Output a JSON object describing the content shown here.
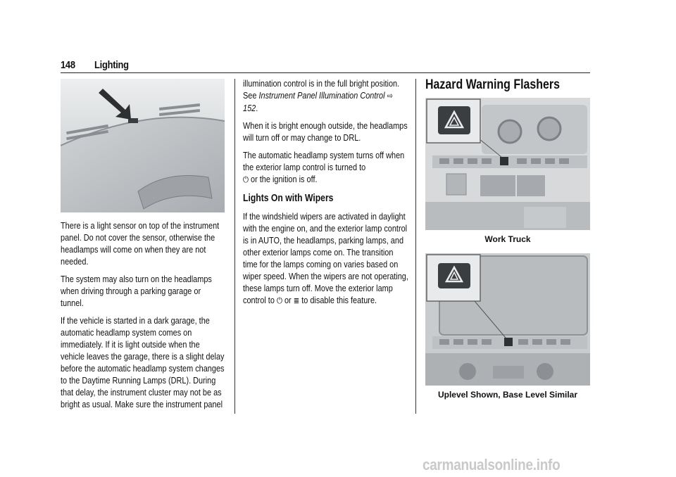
{
  "header": {
    "page_number": "148",
    "section": "Lighting"
  },
  "left_column": {
    "paragraphs": [
      "There is a light sensor on top of the instrument panel. Do not cover the sensor, otherwise the headlamps will come on when they are not needed.",
      "The system may also turn on the headlamps when driving through a parking garage or tunnel.",
      "If the vehicle is started in a dark garage, the automatic headlamp system comes on immediately. If it is light outside when the vehicle leaves the garage, there is a slight delay before the automatic headlamp system changes to the Daytime Running Lamps (DRL). During that delay, the instrument cluster may not be as bright as usual. Make sure the instrument panel"
    ]
  },
  "middle_column": {
    "p1_a": "illumination control is in the full bright position. See ",
    "p1_ref": "Instrument Panel Illumination Control",
    "p1_ref_glyph": "⇨",
    "p1_page": "152",
    "p1_end": ".",
    "p2": "When it is bright enough outside, the headlamps will turn off or may change to DRL.",
    "p3_a": "The automatic headlamp system turns off when the exterior lamp control is turned to",
    "power_glyph": "⏻",
    "p3_b": " or the ignition is off.",
    "subheading": "Lights On with Wipers",
    "p4_a": "If the windshield wipers are activated in daylight with the engine on, and the exterior lamp control is in AUTO, the headlamps, parking lamps, and other exterior lamps come on. The transition time for the lamps coming on varies based on wiper speed. When the wipers are not operating, these lamps turn off. Move the exterior lamp control to ",
    "p4_or": " or ",
    "parking_glyph": "≣",
    "p4_b": " to disable this feature."
  },
  "right_column": {
    "heading": "Hazard Warning Flashers",
    "caption_1": "Work Truck",
    "caption_2": "Uplevel Shown, Base Level Similar"
  },
  "watermark": "carmanualsonline.info"
}
